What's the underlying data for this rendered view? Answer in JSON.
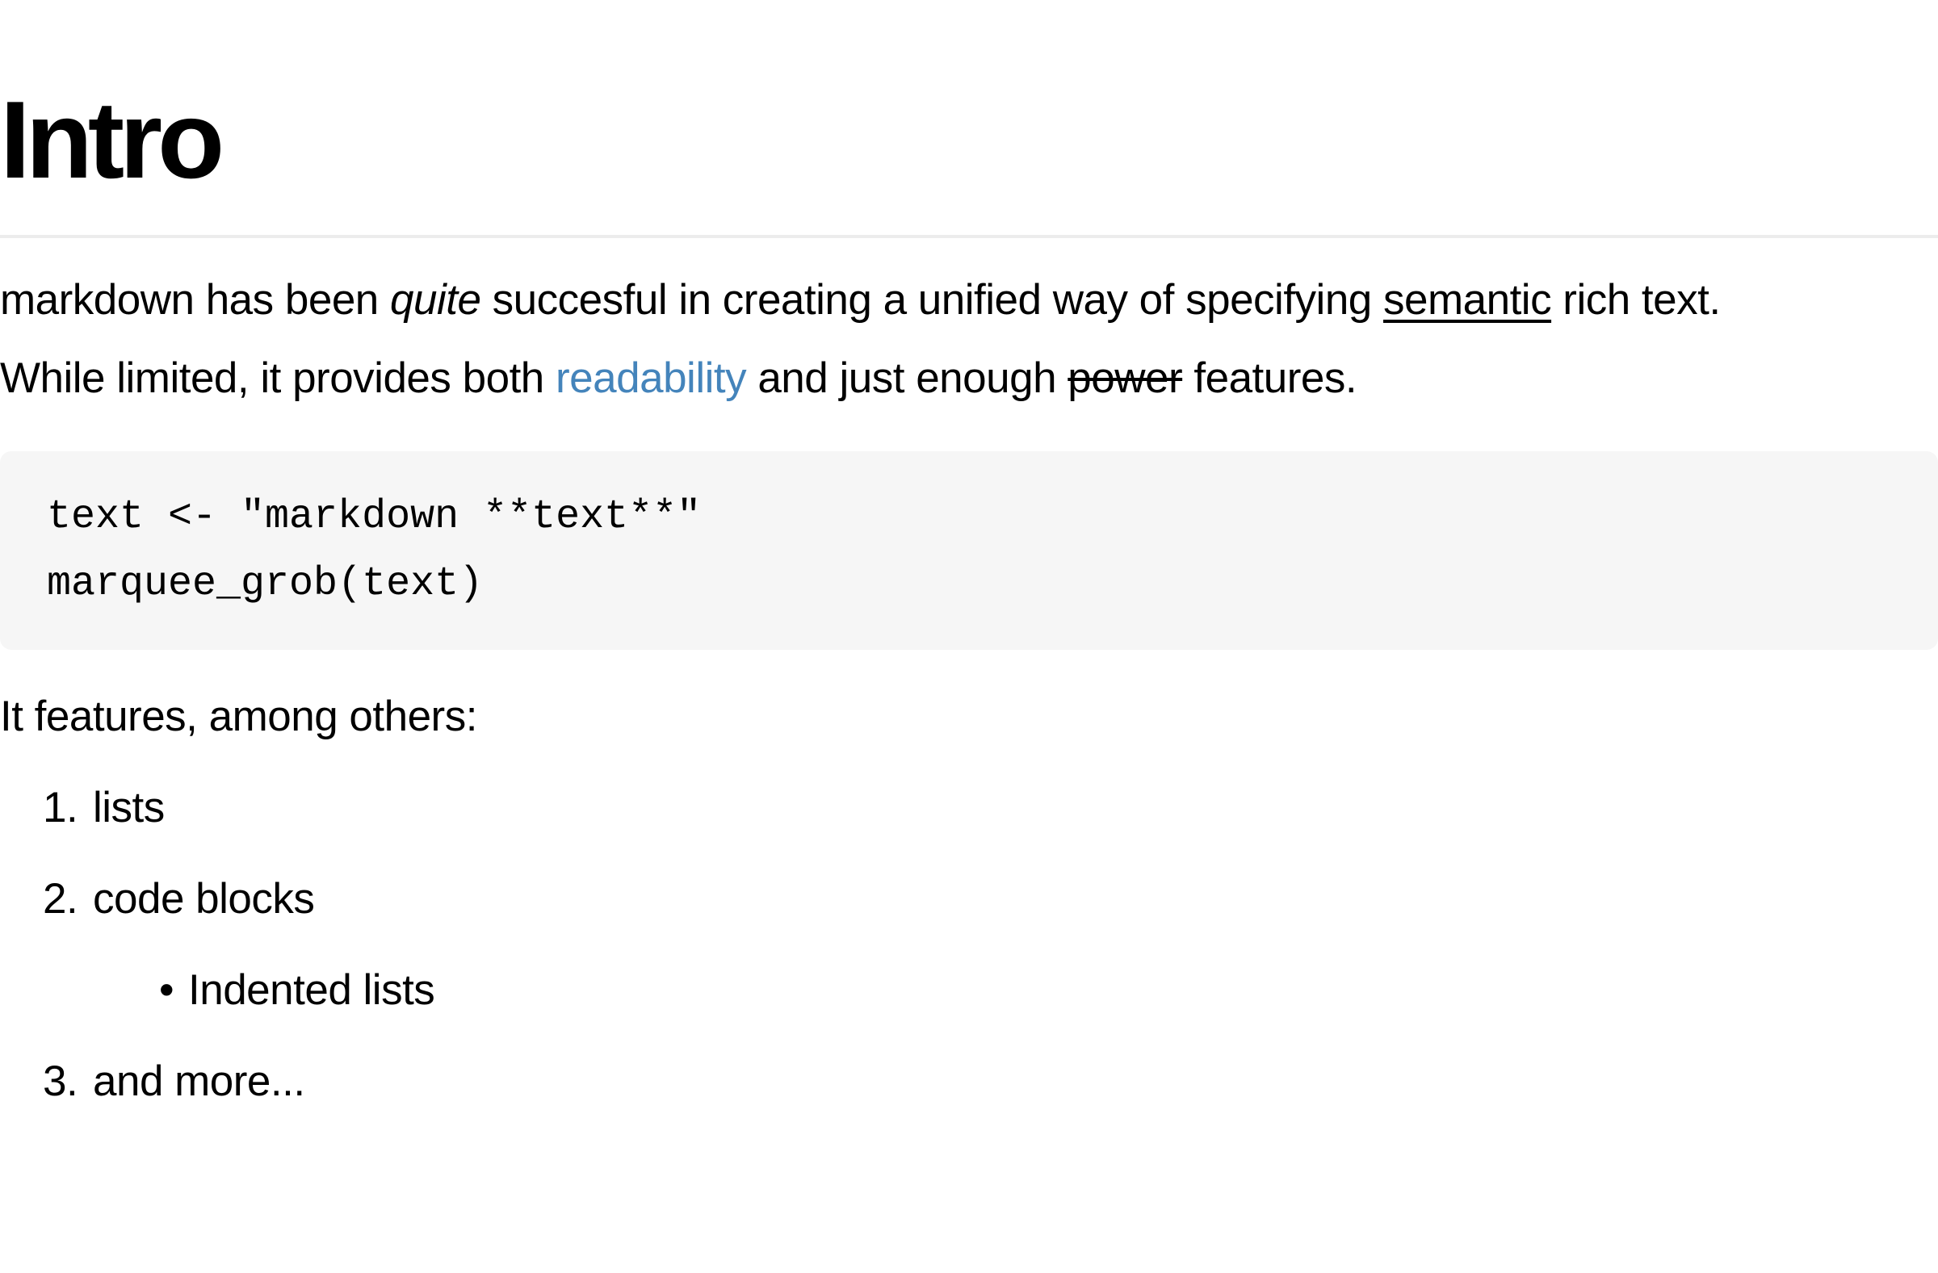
{
  "page": {
    "background": "#ffffff",
    "text_color": "#000000",
    "rule_color": "#ececec"
  },
  "heading": {
    "title": "Intro"
  },
  "intro_paragraph": {
    "link_color": "#4484bb",
    "segments": {
      "s1": "markdown has been ",
      "quite_italic": "quite",
      "s2": " succesful in creating a unified way of specifying ",
      "semantic_underlined": "semantic",
      "s3": " rich text.",
      "s4": "While limited, it provides both ",
      "readability_link": "readability",
      "s5": " and just enough ",
      "power_strikethrough": "power",
      "s6": " features."
    }
  },
  "code_block": {
    "background": "#f6f6f6",
    "lines": [
      "text <- \"markdown **text**\"",
      "marquee_grob(text)"
    ]
  },
  "features": {
    "intro": "It features, among others:",
    "items": [
      {
        "marker": "1.",
        "label": "lists",
        "level": 1
      },
      {
        "marker": "2.",
        "label": "code blocks",
        "level": 1
      },
      {
        "marker": "•",
        "label": "Indented lists",
        "level": 2
      },
      {
        "marker": "3.",
        "label": "and more...",
        "level": 1
      }
    ]
  }
}
